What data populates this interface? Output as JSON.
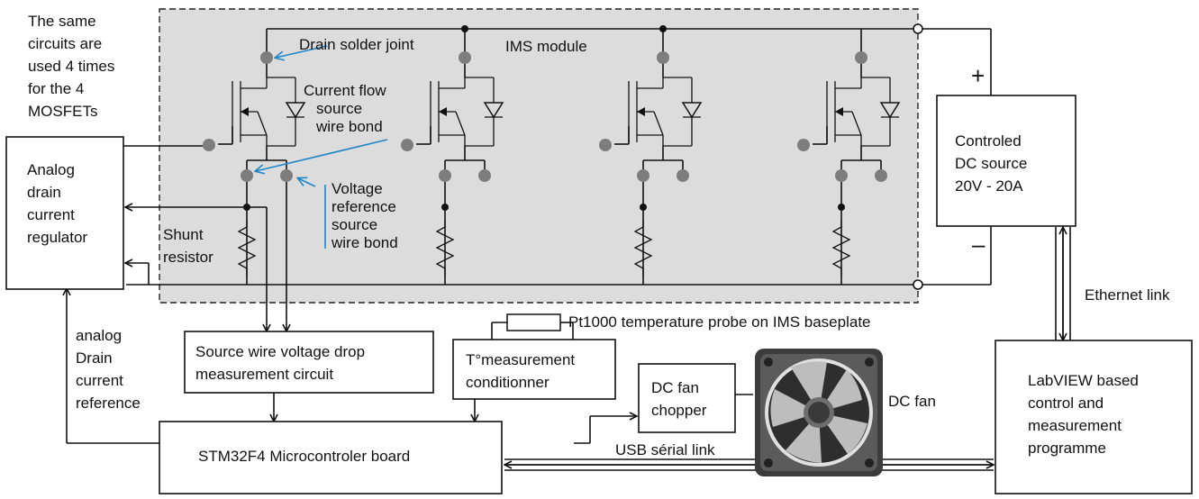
{
  "note": [
    "The same",
    "circuits are",
    "used 4 times",
    "for the 4",
    "MOSFETs"
  ],
  "ims_module": "IMS module",
  "labels": {
    "drain_solder": "Drain solder joint",
    "current_flow": [
      "Current flow",
      "source",
      "wire bond"
    ],
    "voltage_ref": [
      "Voltage",
      "reference",
      "source",
      "wire bond"
    ],
    "shunt": [
      "Shunt",
      "resistor"
    ],
    "analog_ref": [
      "analog",
      "Drain",
      "current",
      "reference"
    ],
    "pt1000": "Pt1000 temperature probe on IMS baseplate",
    "dc_fan": "DC fan",
    "ethernet": "Ethernet link",
    "usb": "USB sérial link",
    "plus": "+",
    "minus": "–"
  },
  "boxes": {
    "regulator": [
      "Analog",
      "drain",
      "current",
      "regulator"
    ],
    "dc_source": [
      "Controled",
      "DC source",
      "20V - 20A"
    ],
    "source_wire": [
      "Source wire voltage drop",
      "measurement circuit"
    ],
    "temp": [
      "T°measurement",
      "conditionner"
    ],
    "fan_chopper": [
      "DC fan",
      "chopper"
    ],
    "mcu": "STM32F4 Microcontroler board",
    "labview": [
      "LabVIEW based",
      "control and",
      "measurement",
      "programme"
    ]
  },
  "colors": {
    "module_fill": "#dcdcdc",
    "pad": "#7d7d7d",
    "annotation": "#1f86c8"
  }
}
